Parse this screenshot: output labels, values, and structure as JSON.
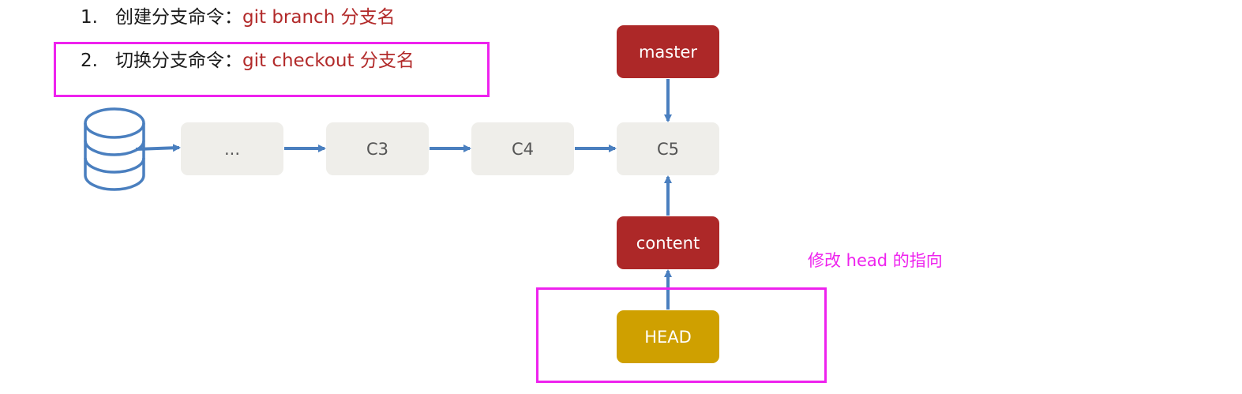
{
  "steps": [
    {
      "number": "1.",
      "label": "创建分支命令：",
      "command": "git branch 分支名"
    },
    {
      "number": "2.",
      "label": "切换分支命令：",
      "command": "git checkout 分支名"
    }
  ],
  "commits": {
    "dots": "...",
    "c3": "C3",
    "c4": "C4",
    "c5": "C5"
  },
  "refs": {
    "master": "master",
    "content": "content",
    "head": "HEAD"
  },
  "note": "修改 head 的指向",
  "colors": {
    "command_text": "#b22a2a",
    "branch_ref": "#ad2828",
    "head_ref": "#cfa000",
    "commit_node": "#efeeea",
    "arrow": "#4a7fbf",
    "highlight": "#ee22ee"
  },
  "icons": {
    "repository": "database-icon"
  }
}
